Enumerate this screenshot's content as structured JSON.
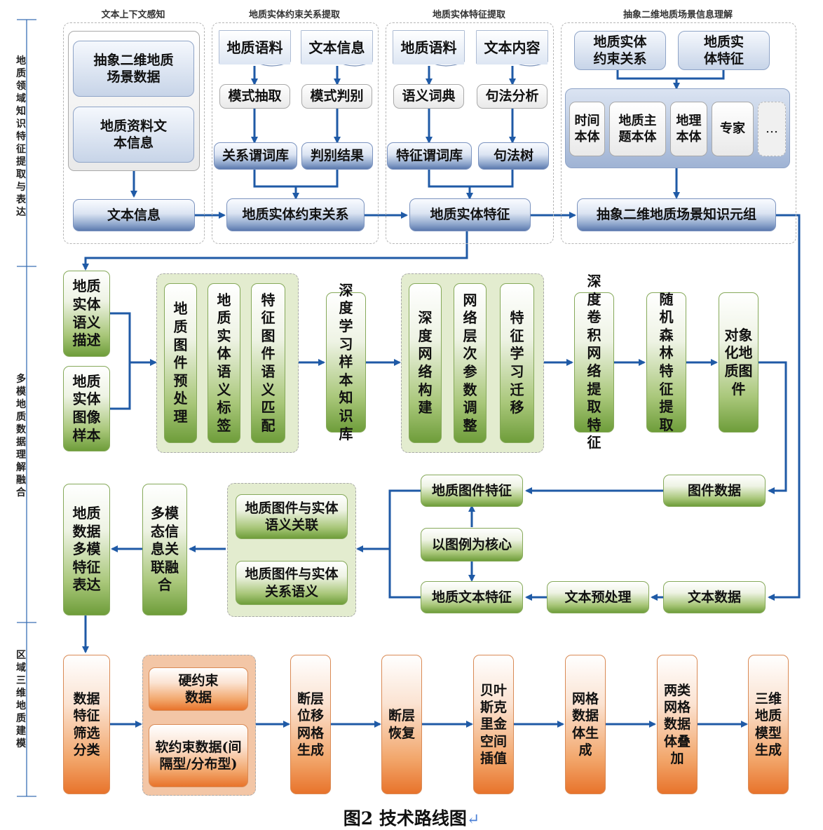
{
  "lanes": [
    {
      "label": "地质领域知识特征提取与表达"
    },
    {
      "label": "多模地质数据理解融合"
    },
    {
      "label": "区域三维地质建模"
    }
  ],
  "section1": {
    "col1": {
      "title": "文本上下文感知",
      "box_scene": "抽象二维地质场景数据",
      "box_material": "地质资料文本信息",
      "box_text": "文本信息"
    },
    "col2": {
      "title": "地质实体约束关系提取",
      "doc_corpus": "地质语料",
      "doc_textinfo": "文本信息",
      "box_pattern_extract": "模式抽取",
      "box_pattern_judge": "模式判别",
      "box_relation_lib": "关系谓词库",
      "box_judge_result": "判别结果",
      "box_constraint": "地质实体约束关系"
    },
    "col3": {
      "title": "地质实体特征提取",
      "doc_corpus": "地质语料",
      "doc_content": "文本内容",
      "box_dict": "语义词典",
      "box_syntax": "句法分析",
      "box_feature_lib": "特征谓词库",
      "box_tree": "句法树",
      "box_feature": "地质实体特征"
    },
    "col4": {
      "title": "抽象二维地质场景信息理解",
      "box_constraint": "地质实体约束关系",
      "box_feature": "地质实体特征",
      "box_time": "时间本体",
      "box_topic": "地质主题本体",
      "box_geo": "地理本体",
      "box_expert": "专家",
      "box_more": "…",
      "box_tuple": "抽象二维地质场景知识元组"
    }
  },
  "section2": {
    "box_semantic_desc": "地质实体语义描述",
    "box_image_sample": "地质实体图像样本",
    "box_preprocess": "地质图件预处理",
    "box_semantic_label": "地质实体语义标签",
    "box_semantic_match": "特征图件语义匹配",
    "box_sample_lib": "深度学习样本知识库",
    "box_net_build": "深度网络构建",
    "box_param_tune": "网络层次参数调整",
    "box_transfer": "特征学习迁移",
    "box_cnn": "深度卷积网络提取特征",
    "box_rf": "随机森林特征提取",
    "box_object": "对象化地质图件",
    "box_map_data": "图件数据",
    "box_map_feature": "地质图件特征",
    "box_legend": "以图例为核心",
    "box_text_feature": "地质文本特征",
    "box_text_pre": "文本预处理",
    "box_text_data": "文本数据",
    "box_assoc1": "地质图件与实体语义关联",
    "box_assoc2": "地质图件与实体关系语义",
    "box_fusion": "多模态信息关联融合",
    "box_multi_feature": "地质数据多模特征表达"
  },
  "section3": {
    "box_screen": "数据特征筛选分类",
    "box_hard": "硬约束数据",
    "box_soft": "软约束数据(间隔型/分布型)",
    "box_fault_grid": "断层位移网格生成",
    "box_fault_restore": "断层恢复",
    "box_kriging": "贝叶斯克里金空间插值",
    "box_grid_gen": "网格数据体生成",
    "box_overlay": "两类网格数据体叠加",
    "box_model": "三维地质模型生成"
  },
  "caption": {
    "text": "图2 技术路线图",
    "mark": "↵"
  },
  "colors": {
    "arrow": "#1f5aa6",
    "blue": "#5b79ad",
    "green": "#6e9d3a",
    "orange": "#e8732b"
  }
}
